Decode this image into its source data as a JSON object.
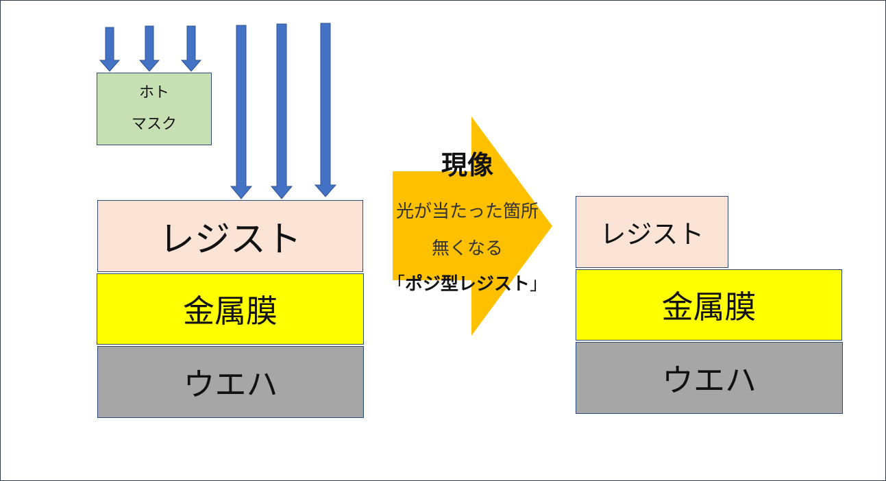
{
  "photomask": {
    "line1": "ホト",
    "line2": "マスク"
  },
  "before": {
    "resist": "レジスト",
    "metal": "金属膜",
    "wafer": "ウエハ"
  },
  "development": {
    "title": "現像",
    "line1": "光が当たった箇所",
    "line2": "無くなる",
    "line3_open": "「",
    "line3_bold": "ポジ型レジスト",
    "line3_close": "」"
  },
  "after": {
    "resist": "レジスト",
    "metal": "金属膜",
    "wafer": "ウエハ"
  },
  "colors": {
    "light_arrow": "#4472c4",
    "process_arrow": "#ffc000",
    "photomask": "#c6e0b4",
    "resist": "#fbe3d6",
    "metal": "#ffff00",
    "wafer": "#a6a6a6"
  }
}
